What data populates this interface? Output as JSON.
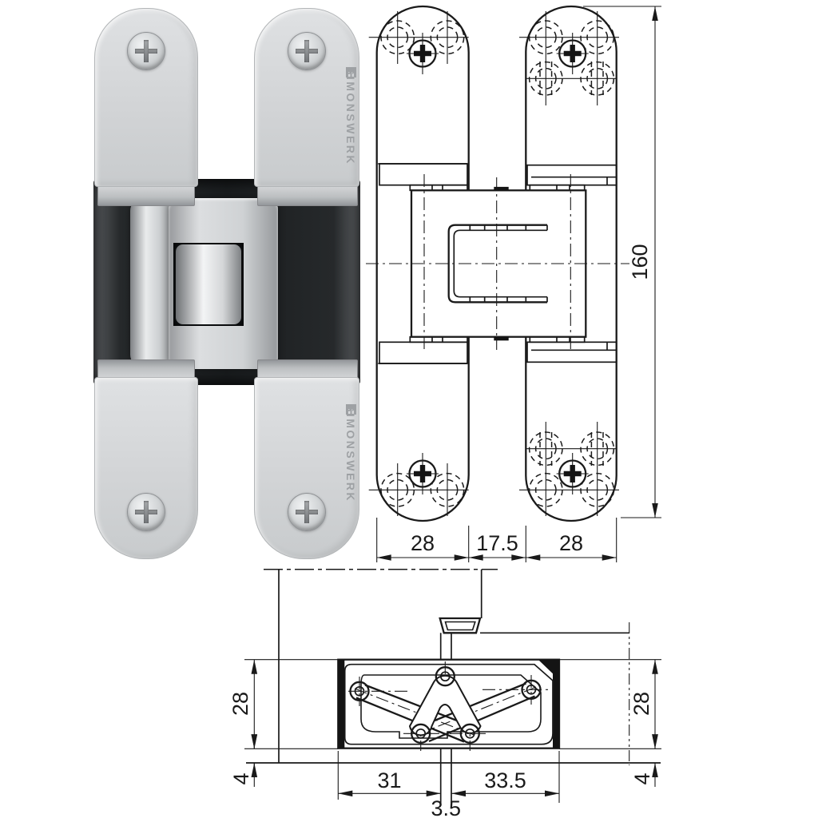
{
  "brand": {
    "name": "SIMONSWERK"
  },
  "front_view": {
    "dim_width_left": "28",
    "dim_gap": "17.5",
    "dim_width_right": "28",
    "dim_height": "160"
  },
  "plan_view": {
    "dim_depth_left": "28",
    "dim_lip_left": "4",
    "dim_door_side": "31",
    "dim_pin_gap": "3.5",
    "dim_frame_side": "33.5",
    "dim_depth_right": "28",
    "dim_lip_right": "4"
  }
}
